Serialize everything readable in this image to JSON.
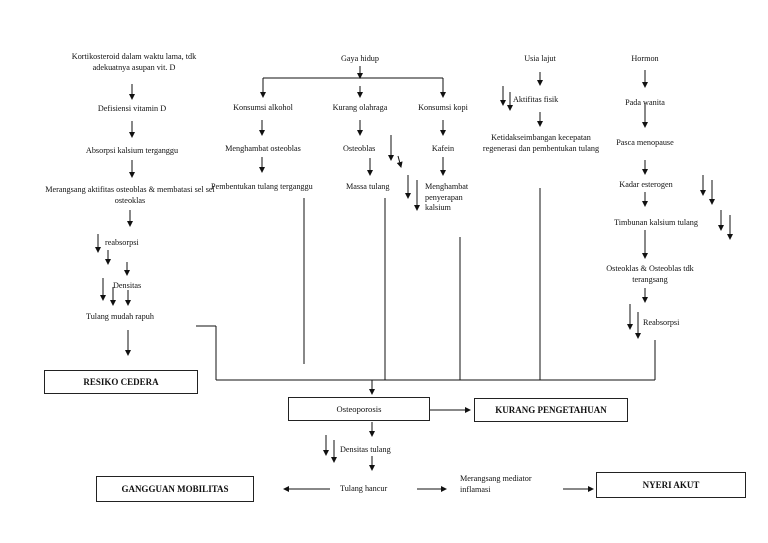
{
  "columns": {
    "kortikosteroid": {
      "cause": "Kortikosteroid dalam waktu lama, tdk adekuatnya asupan vit. D",
      "steps": [
        "Defisiensi vitamin D",
        "Absorpsi kalsium terganggu",
        "Merangsang aktifitas osteoblas & membatasi sel sel osteoklas"
      ],
      "reabsorpsi": "reabsorpsi",
      "densitas": "Densitas",
      "tulang_rapuh": "Tulang mudah rapuh"
    },
    "gaya_hidup": {
      "title": "Gaya hidup",
      "alkohol": {
        "label": "Konsumsi alkohol",
        "steps": [
          "Menghambat osteoblas",
          "Pembentukan tulang terganggu"
        ]
      },
      "olahraga": {
        "label": "Kurang olahraga",
        "steps": [
          "Osteoblas",
          "Massa tulang"
        ]
      },
      "kopi": {
        "label": "Konsumsi kopi",
        "steps": [
          "Kafein",
          "Menghambat penyerapan kalsium"
        ]
      }
    },
    "usia": {
      "title": "Usia lajut",
      "aktifitas": "Aktifitas fisik",
      "ketidakseimbangan": "Ketidakseimbangan kecepatan regenerasi dan pembentukan tulang"
    },
    "hormon": {
      "title": "Hormon",
      "steps": [
        "Pada wanita",
        "Pasca menopause",
        "Kadar esterogen",
        "Timbunan kalsium tulang",
        "Osteoklas & Osteoblas tdk terangsang"
      ],
      "reabsorpsi": "Reabsorpsi"
    }
  },
  "outcomes": {
    "resiko_cedera": "RESIKO CEDERA",
    "osteoporosis": "Osteoporosis",
    "kurang_pengetahuan": "KURANG PENGETAHUAN",
    "densitas_tulang": "Densitas tulang",
    "tulang_hancur": "Tulang hancur",
    "gangguan_mobilitas": "GANGGUAN MOBILITAS",
    "mediator": "Merangsang mediator inflamasi",
    "nyeri_akut": "NYERI AKUT"
  }
}
